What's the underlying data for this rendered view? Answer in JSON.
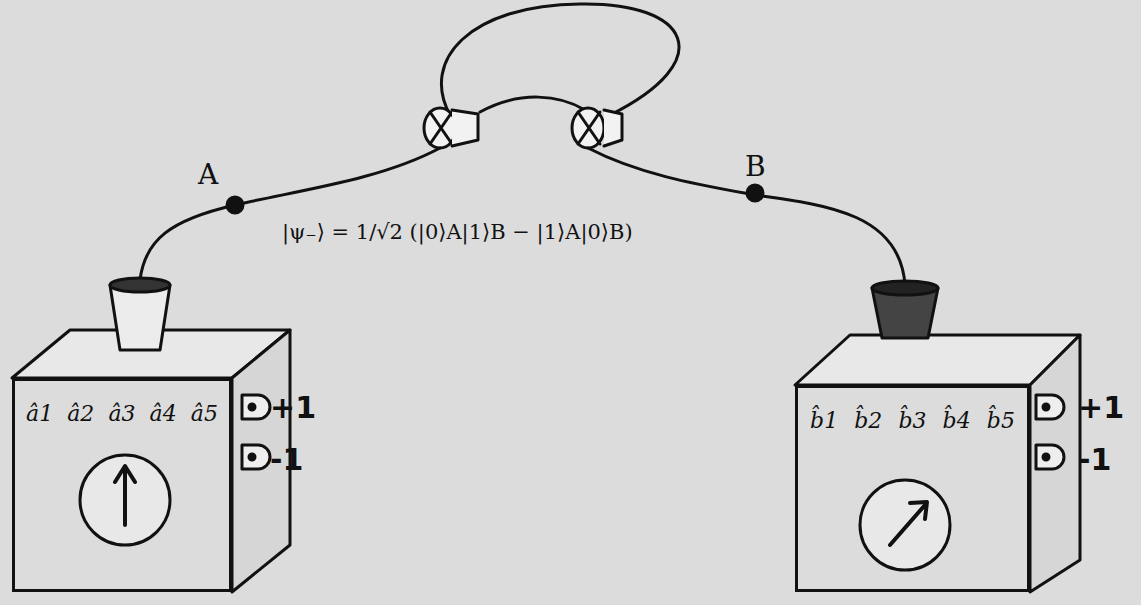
{
  "diagram": {
    "nodes": [
      {
        "text": [
          "â1",
          "â2",
          "â3",
          "â4",
          "â5"
        ]
      },
      {
        "text": [
          "b̂1",
          "b̂2",
          "b̂3",
          "b̂4",
          "b̂5"
        ]
      }
    ],
    "labels": [
      "A",
      "B",
      "|ψ₋⟩ = 1/√2 (|0⟩A|1⟩B − |1⟩A|0⟩B)",
      "+1",
      "-1",
      "+1",
      "-1"
    ]
  }
}
